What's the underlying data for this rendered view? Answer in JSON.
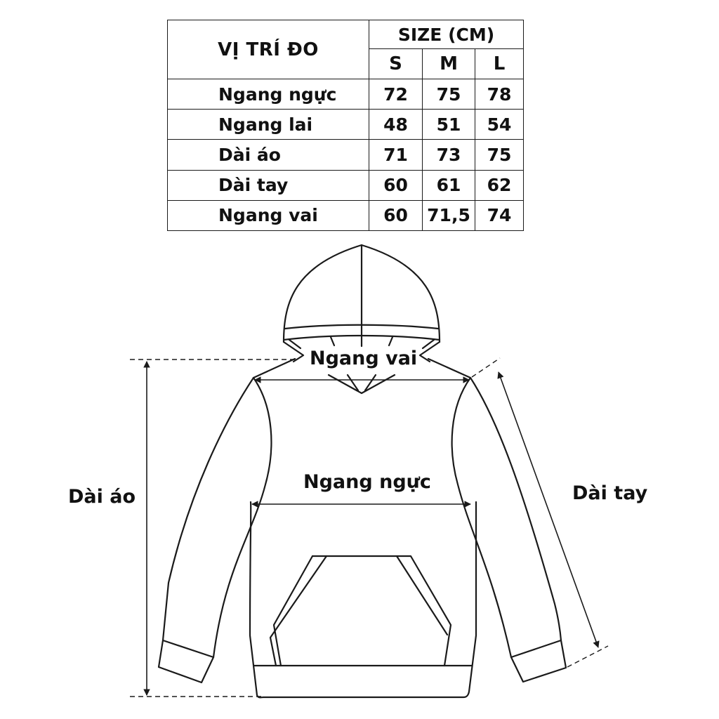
{
  "table": {
    "position_header": "VỊ TRÍ ĐO",
    "size_header": "SIZE (CM)",
    "sizes": [
      "S",
      "M",
      "L"
    ],
    "rows": [
      {
        "label": "Ngang ngực",
        "values": [
          "72",
          "75",
          "78"
        ]
      },
      {
        "label": "Ngang lai",
        "values": [
          "48",
          "51",
          "54"
        ]
      },
      {
        "label": "Dài áo",
        "values": [
          "71",
          "73",
          "75"
        ]
      },
      {
        "label": "Dài tay",
        "values": [
          "60",
          "61",
          "62"
        ]
      },
      {
        "label": "Ngang vai",
        "values": [
          "60",
          "71,5",
          "74"
        ]
      }
    ]
  },
  "diagram": {
    "garment": "hoodie",
    "labels": {
      "shoulder": "Ngang vai",
      "chest": "Ngang ngực",
      "body_length": "Dài áo",
      "sleeve_length": "Dài tay"
    },
    "line_color": "#1a1a1a"
  }
}
